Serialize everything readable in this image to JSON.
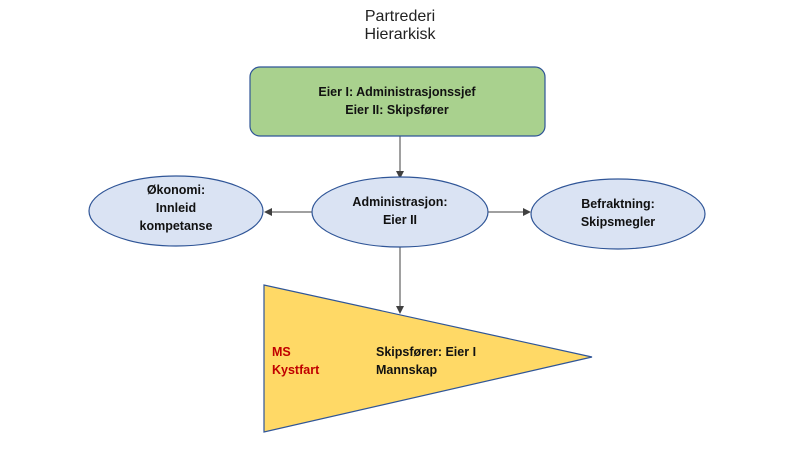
{
  "title": {
    "line1": "Partrederi",
    "line2": "Hierarkisk"
  },
  "owners_box": {
    "line1": "Eier I: Administrasjonssjef",
    "line2": "Eier II: Skipsfører"
  },
  "economy": {
    "line1": "Økonomi:",
    "line2": "Innleid",
    "line3": "kompetanse"
  },
  "administration": {
    "line1": "Administrasjon:",
    "line2": "Eier II"
  },
  "chartering": {
    "line1": "Befraktning:",
    "line2": "Skipsmegler"
  },
  "ship": {
    "name_line1": "MS",
    "name_line2": "Kystfart",
    "crew_line1": "Skipsfører: Eier I",
    "crew_line2": "Mannskap"
  },
  "colors": {
    "owners_fill": "#A9D18E",
    "owners_stroke": "#2F5597",
    "ellipse_fill": "#DAE3F3",
    "ellipse_stroke": "#2F5597",
    "ship_fill": "#FFD966",
    "ship_stroke": "#2F5597",
    "ship_name": "#C00000",
    "arrow": "#404040"
  }
}
